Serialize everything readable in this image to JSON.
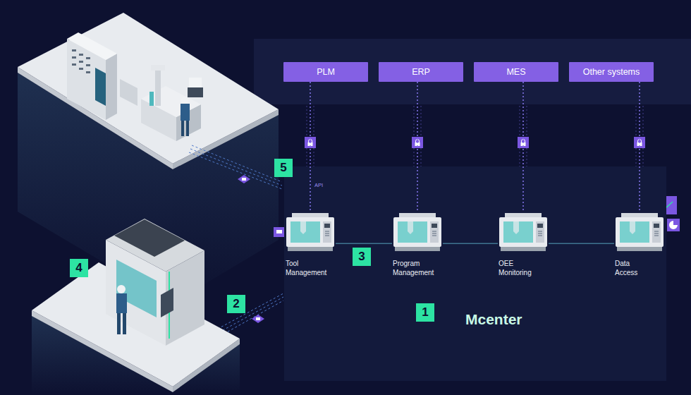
{
  "diagram": {
    "nodes": [
      {
        "text": [
          "PLM"
        ]
      },
      {
        "text": [
          "ERP"
        ]
      },
      {
        "text": [
          "MES"
        ]
      },
      {
        "text": [
          "Other systems"
        ]
      },
      {
        "text": [
          "Mcenter"
        ]
      },
      {
        "text": [
          "Tool Management"
        ],
        "in": 4
      },
      {
        "text": [
          "Program Management"
        ],
        "in": 4
      },
      {
        "text": [
          "OEE Monitoring"
        ],
        "in": 4
      },
      {
        "text": [
          "Data Access"
        ],
        "in": 4
      }
    ],
    "edges": [
      {
        "from": 0,
        "to": 5,
        "arrow": "none"
      },
      {
        "from": 1,
        "to": 6,
        "arrow": "none"
      },
      {
        "from": 2,
        "to": 7,
        "arrow": "none"
      },
      {
        "from": 3,
        "to": 8,
        "arrow": "none"
      },
      {
        "from": 5,
        "to": 6,
        "arrow": "none"
      },
      {
        "from": 6,
        "to": 7,
        "arrow": "none"
      },
      {
        "from": 7,
        "to": 8,
        "arrow": "none"
      }
    ],
    "labels": [
      "5",
      "API",
      "3",
      "4",
      "2",
      "1"
    ]
  }
}
